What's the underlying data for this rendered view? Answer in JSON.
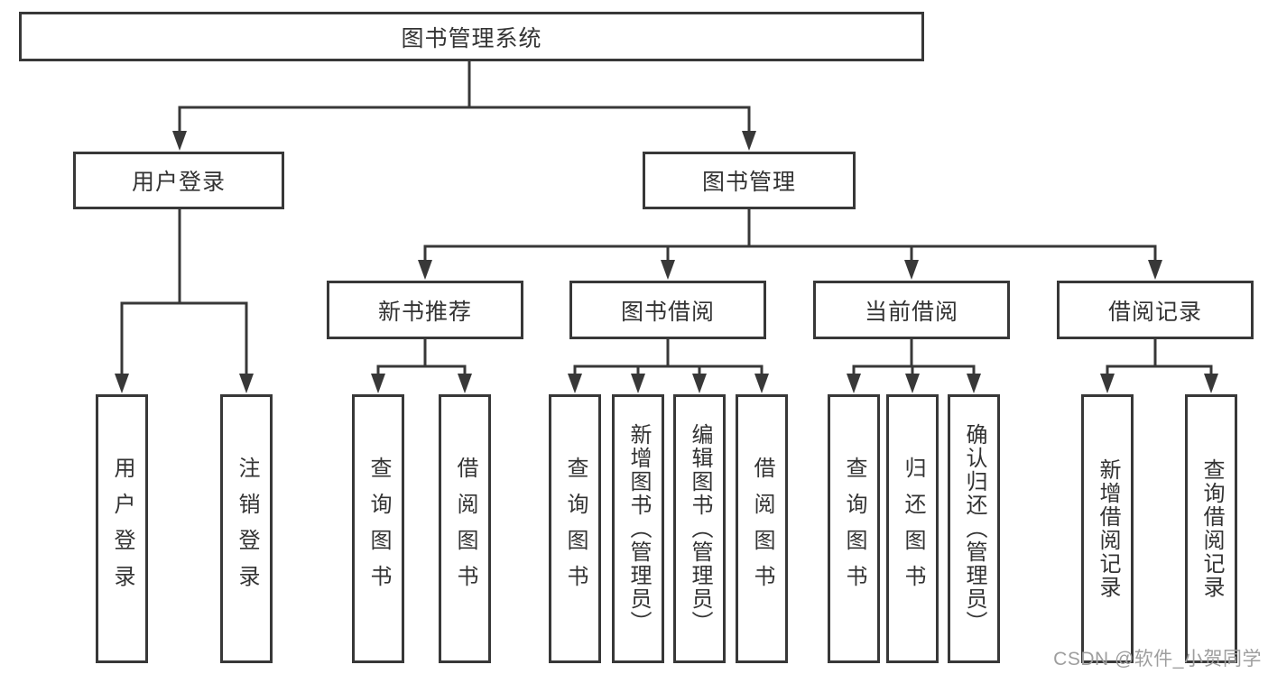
{
  "diagram": {
    "root": {
      "label": "图书管理系统"
    },
    "level2": [
      {
        "label": "用户登录"
      },
      {
        "label": "图书管理"
      }
    ],
    "level3": [
      {
        "label": "新书推荐"
      },
      {
        "label": "图书借阅"
      },
      {
        "label": "当前借阅"
      },
      {
        "label": "借阅记录"
      }
    ],
    "leaves": {
      "user_login": [
        "用户登录",
        "注销登录"
      ],
      "new_book": [
        "查询图书",
        "借阅图书"
      ],
      "book_borrow": [
        "查询图书",
        "新增图书（管理员）",
        "编辑图书（管理员）",
        "借阅图书"
      ],
      "current_borrow": [
        "查询图书",
        "归还图书",
        "确认归还（管理员）"
      ],
      "borrow_records": [
        "新增借阅记录",
        "查询借阅记录"
      ]
    }
  },
  "watermark": {
    "text": "CSDN @软件_小贺同学"
  },
  "colors": {
    "line": "#383838",
    "text": "#333333",
    "watermark": "#9e9e9e",
    "background": "#ffffff"
  }
}
